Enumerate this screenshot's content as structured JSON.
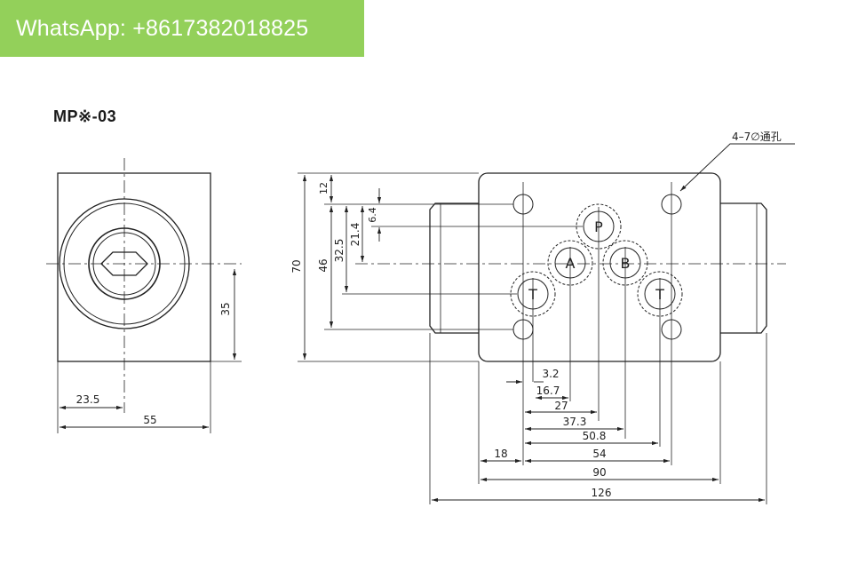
{
  "banner": {
    "text": "WhatsApp: +8617382018825"
  },
  "title": "MP※-03",
  "side_view": {
    "dimensions": {
      "height": "35",
      "offset": "23.5",
      "width": "55"
    }
  },
  "top_view": {
    "holes_note": "4–7∅通孔",
    "ports": {
      "p": "P",
      "a": "A",
      "b": "B",
      "t_left": "T",
      "t_right": "T"
    },
    "vertical_dims": {
      "d12": "12",
      "d6_4": "6.4",
      "d21_4": "21.4",
      "d32_5": "32.5",
      "d46": "46",
      "d70": "70"
    },
    "horizontal_dims": {
      "d3_2": "3.2",
      "d16_7": "16.7",
      "d27": "27",
      "d37_3": "37.3",
      "d50_8": "50.8",
      "d54": "54",
      "d18": "18",
      "d90": "90",
      "d126": "126"
    }
  }
}
